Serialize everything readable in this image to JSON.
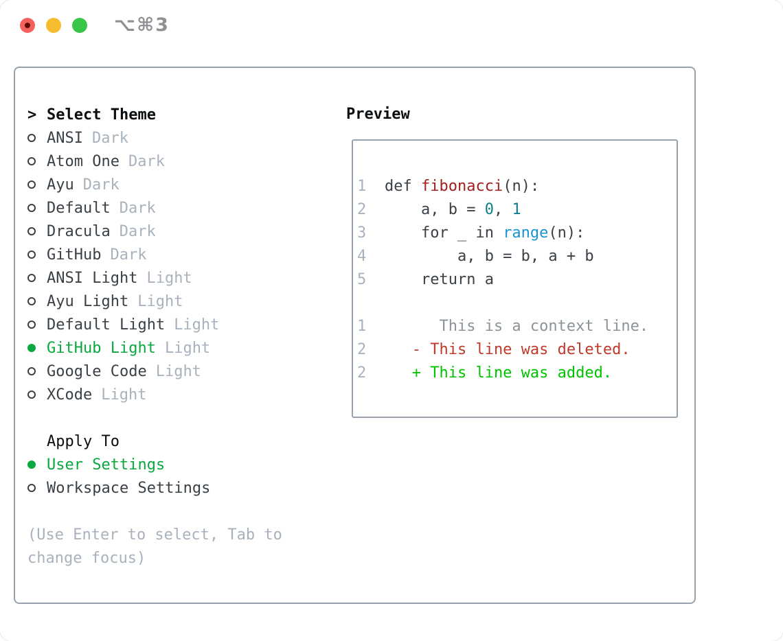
{
  "window": {
    "title": "⌥⌘3",
    "traffic_lights": {
      "close": "close",
      "minimize": "minimize",
      "zoom": "zoom",
      "close_has_unsaved_dot": true
    }
  },
  "colors": {
    "accent_green": "#0aa83e",
    "added_green": "#00c300",
    "deleted_red": "#c0392b",
    "function_red": "#a22020",
    "number_teal": "#107d8a",
    "builtin_blue": "#1b93d0",
    "muted_gray": "#a9b2bc",
    "context_gray": "#8b939b",
    "text_dark": "#3a4046",
    "border_gray": "#99a2ac",
    "traffic_red": "#f4615c",
    "traffic_yellow": "#f6bc2f",
    "traffic_green": "#38c649"
  },
  "theme_picker": {
    "header_prefix": ">",
    "header": "Select Theme",
    "items": [
      {
        "name": "ANSI",
        "tag": "Dark",
        "selected": false
      },
      {
        "name": "Atom One",
        "tag": "Dark",
        "selected": false
      },
      {
        "name": "Ayu",
        "tag": "Dark",
        "selected": false
      },
      {
        "name": "Default",
        "tag": "Dark",
        "selected": false
      },
      {
        "name": "Dracula",
        "tag": "Dark",
        "selected": false
      },
      {
        "name": "GitHub",
        "tag": "Dark",
        "selected": false
      },
      {
        "name": "ANSI Light",
        "tag": "Light",
        "selected": false
      },
      {
        "name": "Ayu Light",
        "tag": "Light",
        "selected": false
      },
      {
        "name": "Default Light",
        "tag": "Light",
        "selected": false
      },
      {
        "name": "GitHub Light",
        "tag": "Light",
        "selected": true
      },
      {
        "name": "Google Code",
        "tag": "Light",
        "selected": false
      },
      {
        "name": "XCode",
        "tag": "Light",
        "selected": false
      }
    ]
  },
  "apply_to": {
    "header": "Apply To",
    "options": [
      {
        "label": "User Settings",
        "selected": true
      },
      {
        "label": "Workspace Settings",
        "selected": false
      }
    ]
  },
  "hint": {
    "line1": "(Use Enter to select, Tab to",
    "line2": "change focus)"
  },
  "preview": {
    "header": "Preview",
    "code_lines": [
      {
        "num": "1",
        "segs": [
          {
            "t": "def ",
            "c": "code"
          },
          {
            "t": "fibonacci",
            "c": "func"
          },
          {
            "t": "(n):",
            "c": "code"
          }
        ]
      },
      {
        "num": "2",
        "segs": [
          {
            "t": "    a, b = ",
            "c": "code"
          },
          {
            "t": "0",
            "c": "number"
          },
          {
            "t": ", ",
            "c": "code"
          },
          {
            "t": "1",
            "c": "number"
          }
        ]
      },
      {
        "num": "3",
        "segs": [
          {
            "t": "    for _ in ",
            "c": "code"
          },
          {
            "t": "range",
            "c": "builtin"
          },
          {
            "t": "(n):",
            "c": "code"
          }
        ]
      },
      {
        "num": "4",
        "segs": [
          {
            "t": "        a, b = b, a + b",
            "c": "code"
          }
        ]
      },
      {
        "num": "5",
        "segs": [
          {
            "t": "    return a",
            "c": "code"
          }
        ]
      },
      {
        "num": "",
        "segs": []
      },
      {
        "num": "1",
        "segs": [
          {
            "t": "      This is a context line.",
            "c": "context"
          }
        ]
      },
      {
        "num": "2",
        "segs": [
          {
            "t": "   - This line was deleted.",
            "c": "deleted"
          }
        ]
      },
      {
        "num": "2",
        "segs": [
          {
            "t": "   + This line was added.",
            "c": "added"
          }
        ]
      }
    ]
  }
}
